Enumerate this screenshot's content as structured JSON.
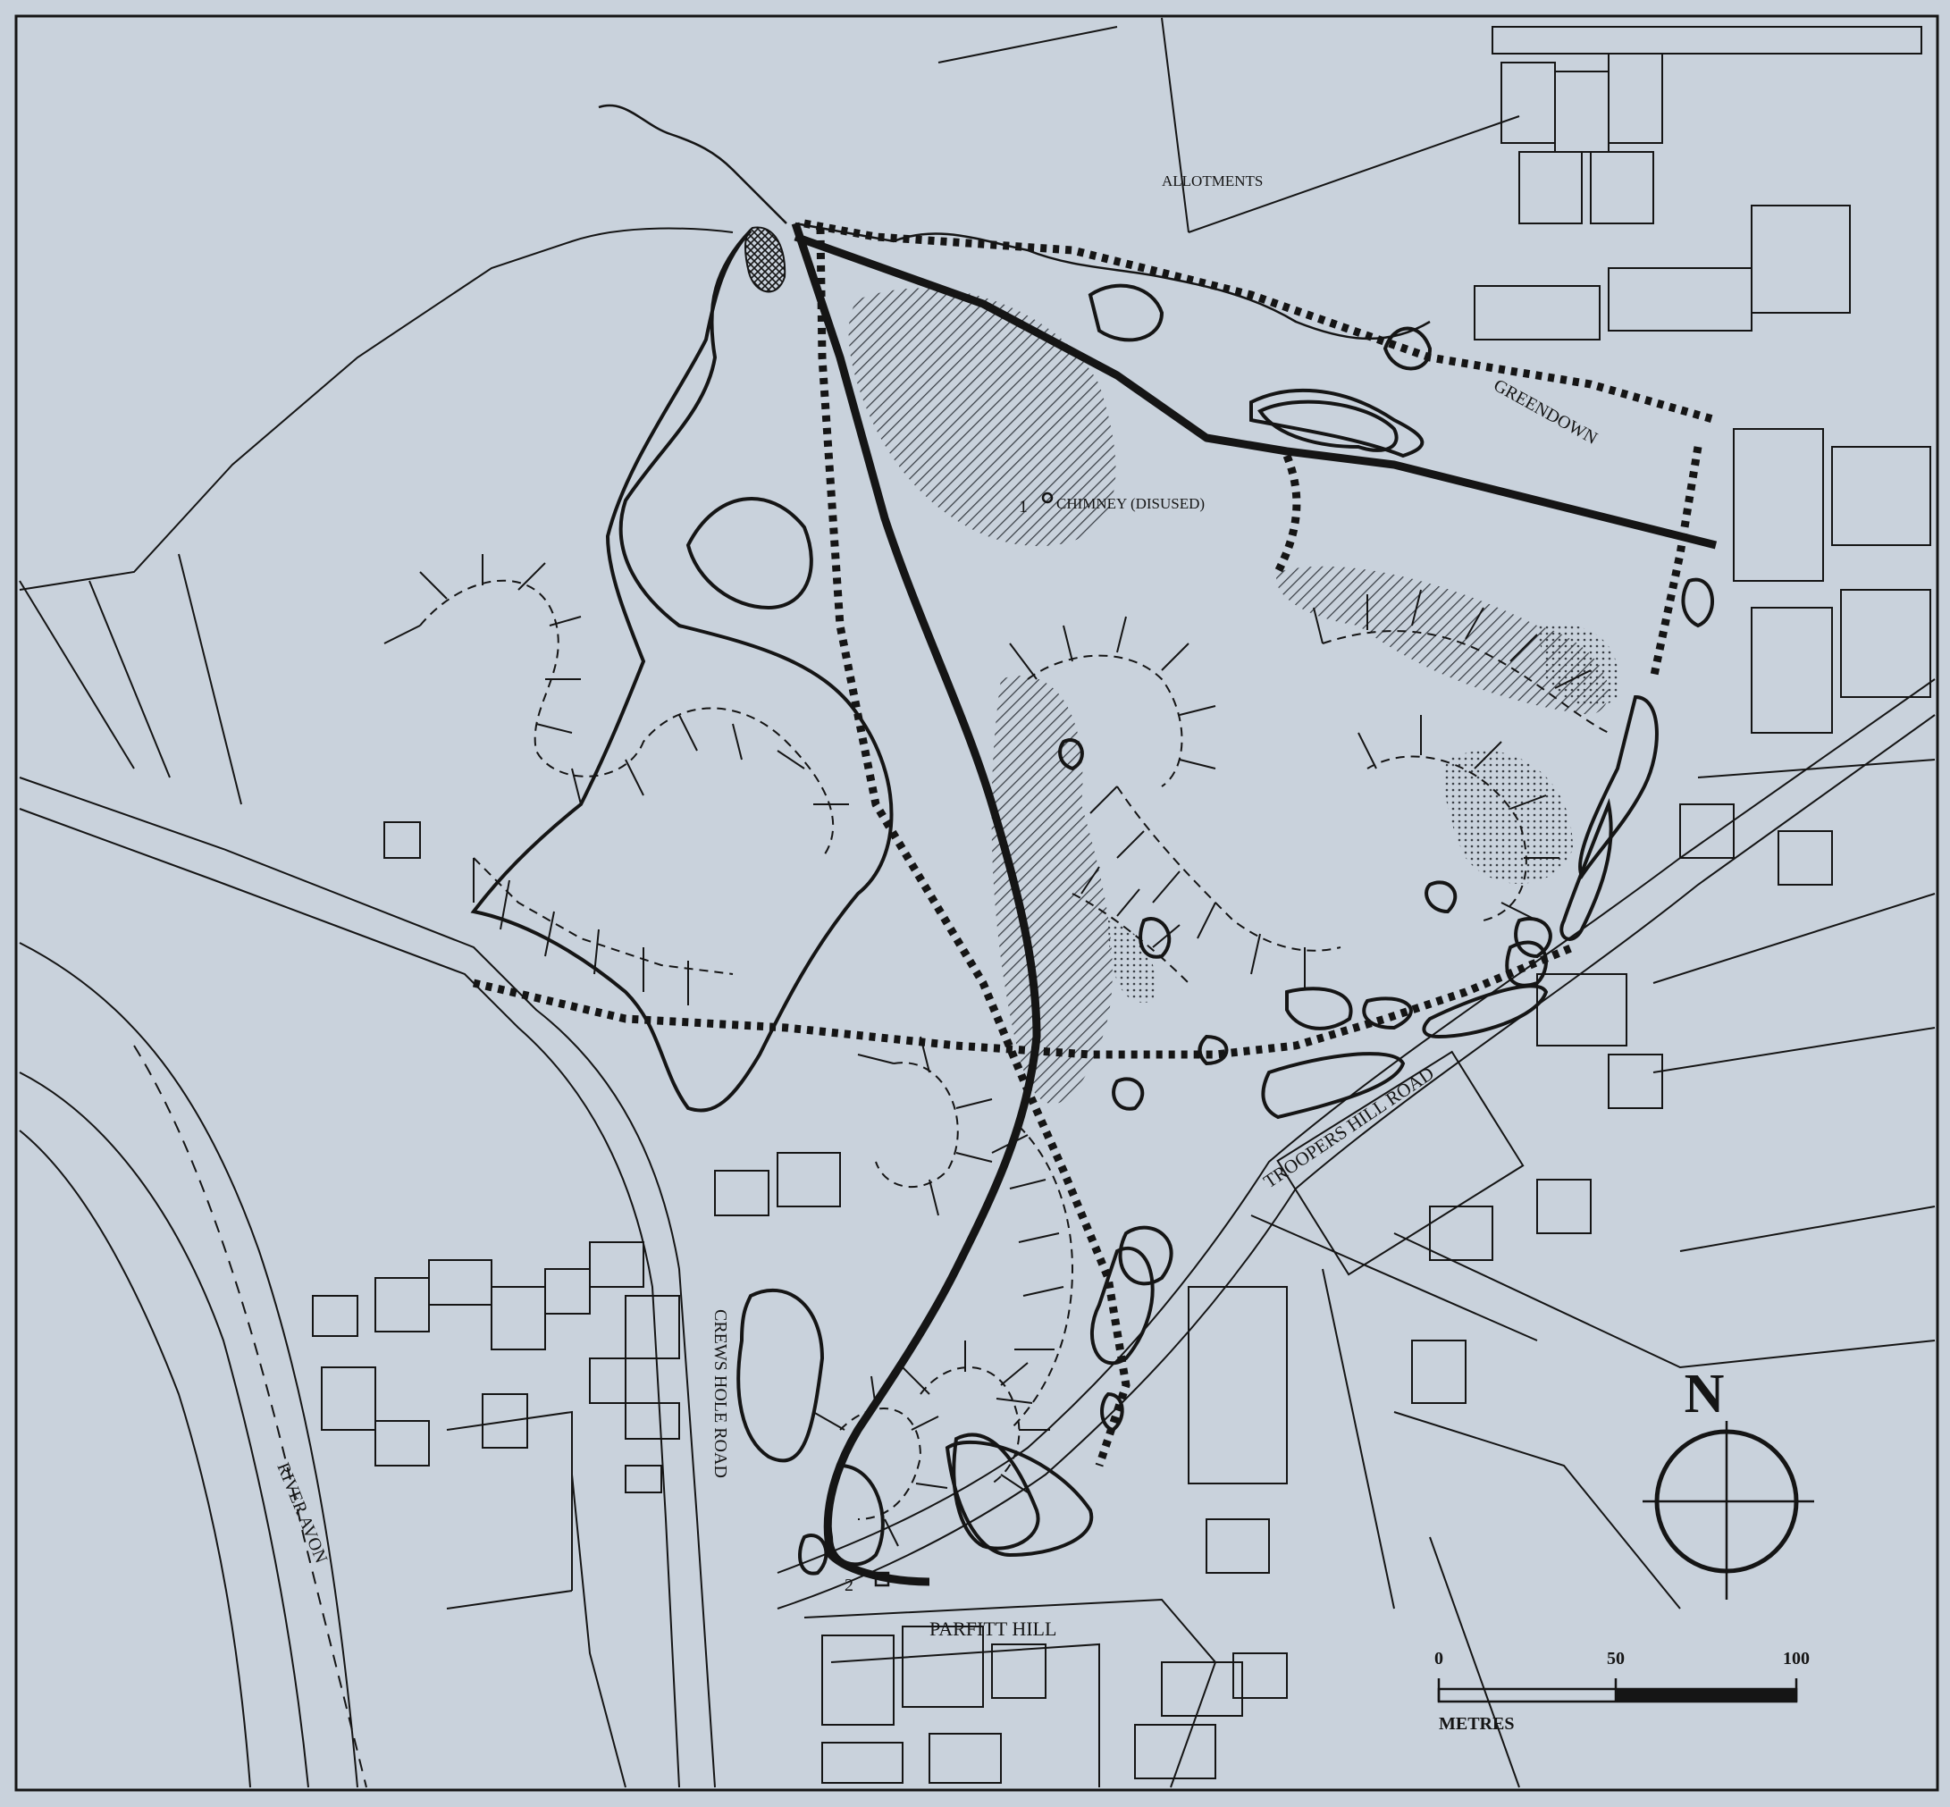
{
  "labels": {
    "allotments": "ALLOTMENTS",
    "greendown": "GREENDOWN",
    "chimney_number": "1",
    "chimney": "CHIMNEY (DISUSED)",
    "troopers_hill_road": "TROOPERS HILL ROAD",
    "crews_hole_road": "CREWS HOLE ROAD",
    "parfitt_hill": "PARFITT HILL",
    "river_avon": "RIVER AVON",
    "point_2": "2"
  },
  "north_arrow": {
    "label": "N"
  },
  "scale_bar": {
    "unit": "METRES",
    "ticks": [
      "0",
      "50",
      "100"
    ]
  },
  "colors": {
    "paper": "#c9d2dc",
    "ink": "#151515",
    "hatch": "#3a3f46"
  }
}
